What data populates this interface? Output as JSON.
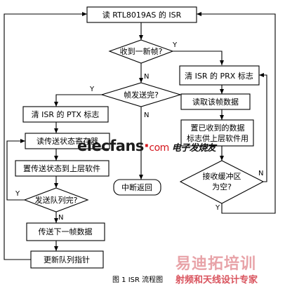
{
  "nodes": {
    "read_isr": "读 RTL8019AS 的 ISR",
    "received_frame": "收到一新帧?",
    "clear_prx": "清 ISR 的 PRX 标志",
    "frame_sent": "帧发送完?",
    "read_frame_data": "读取该帧数据",
    "clear_ptx": "清 ISR 的 PTX 标志",
    "place_data_line1": "置已收到的数据",
    "place_data_line2": "标志供上层软件用",
    "read_send_status": "读传送状态寄存器",
    "set_send_status": "置传送状态到上层软件",
    "rx_buffer_line1": "接收缓冲区",
    "rx_buffer_line2": "为空?",
    "interrupt_return": "中断返回",
    "queue_done": "发送队列完?",
    "send_next": "传送下一帧数据",
    "update_queue": "更新队列指针"
  },
  "labels": {
    "yes": "Y",
    "no": "N"
  },
  "caption": "图 1  ISR 流程图",
  "watermarks": {
    "logo_main": "elecfans",
    "logo_dot": "·",
    "logo_com": "com",
    "logo_cn": "电子发烧友",
    "site_cn": "易迪拓培训",
    "site_sub": "射频和天线设计专家"
  }
}
